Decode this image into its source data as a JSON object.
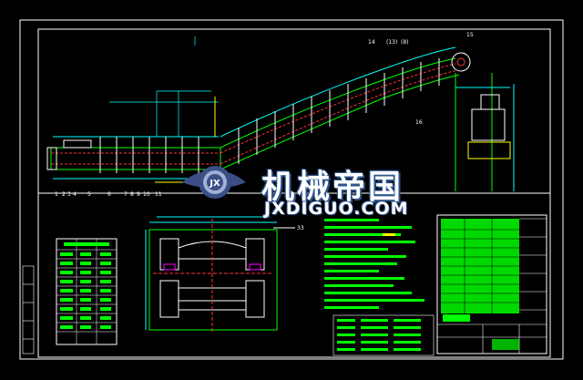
{
  "watermark": {
    "brand": "机械帝国",
    "url": "JXDIGUO.COM",
    "emblem_letters": "JX",
    "colors": {
      "text": "#ffffff",
      "outline": "#2a4e86",
      "emblem": "#3a4f86"
    }
  },
  "drawing": {
    "colors": {
      "border": "#ffffff",
      "structure": "#00ff00",
      "detail": "#ffffff",
      "dimension": "#00ffff",
      "centerline": "#ff3333",
      "highlight": "#ffff00",
      "magenta": "#ff00ff",
      "background": "#000000"
    },
    "balloon_labels_left": [
      "1",
      "2",
      "3",
      "4",
      "5",
      "6",
      "7",
      "8",
      "9",
      "10",
      "11"
    ],
    "balloon_labels_top": [
      "14",
      "(13)",
      "(8)",
      "15",
      "16"
    ],
    "section_label": "33"
  }
}
